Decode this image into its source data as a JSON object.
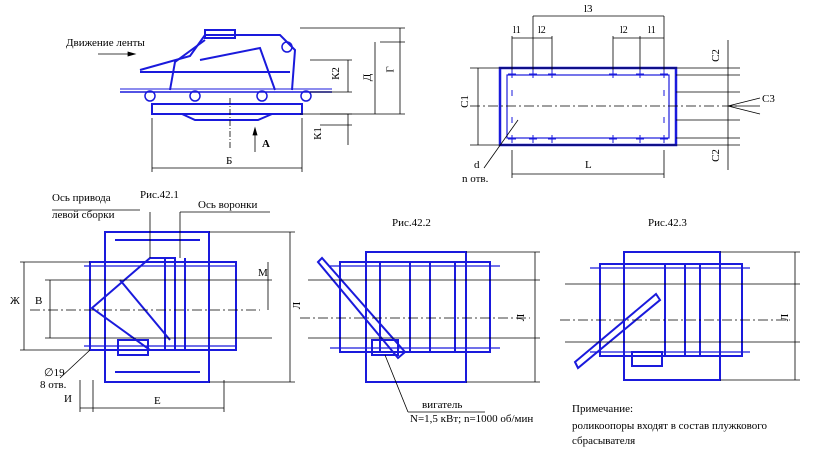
{
  "labels": {
    "belt_direction": "Движение ленты",
    "dim_G": "Г",
    "dim_D": "Д",
    "dim_K2": "К2",
    "dim_K1": "К1",
    "dim_B_top": "Б",
    "dim_A": "А",
    "dim_l3": "l3",
    "dim_l1_left": "l1",
    "dim_l2_left": "l2",
    "dim_l2_right": "l2",
    "dim_l1_right": "l1",
    "dim_C1": "C1",
    "dim_C2_top": "C2",
    "dim_C2_bottom": "C2",
    "dim_C3": "C3",
    "dim_L": "L",
    "dim_d": "d",
    "holes_n": "n отв.",
    "fig1": "Рис.42.1",
    "fig2": "Рис.42.2",
    "fig3": "Рис.42.3",
    "drive_axis_1": "Ось привода",
    "drive_axis_2": "левой сборки",
    "funnel_axis": "Ось воронки",
    "dim_Zh": "Ж",
    "dim_V": "В",
    "dim_M": "М",
    "dim_L_fig1": "Л",
    "dim_L_fig2": "Л",
    "dim_L_fig3": "Л",
    "hole_dia": "∅19",
    "hole_count": "8 отв.",
    "dim_I": "И",
    "dim_E": "Е",
    "motor_1": "вигатель",
    "motor_2": "N=1,5 кВт; n=1000 об/мин",
    "note_title": "Примечание:",
    "note_1": "роликоопоры входят в состав плужкового",
    "note_2": "сбрасывателя"
  },
  "colors": {
    "frame": "#1a1adc",
    "dim": "#000000"
  }
}
